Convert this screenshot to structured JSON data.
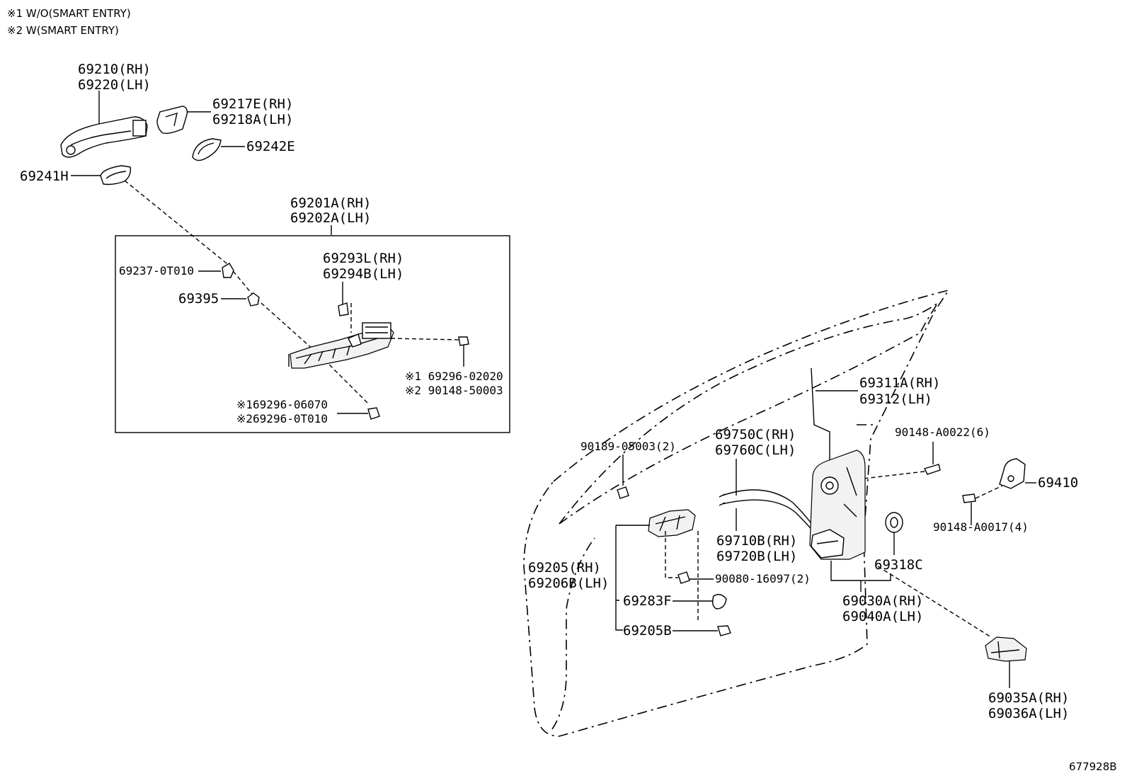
{
  "notes": {
    "note1": "※1 W/O(SMART ENTRY)",
    "note2": "※2 W(SMART ENTRY)"
  },
  "labels": {
    "p69210": "69210(RH)",
    "p69220": "69220(LH)",
    "p69217E": "69217E(RH)",
    "p69218A": "69218A(LH)",
    "p69242E": "69242E",
    "p69241H": "69241H",
    "p69201A": "69201A(RH)",
    "p69202A": "69202A(LH)",
    "p69237": "69237-0T010",
    "p69395": "69395",
    "p69293L": "69293L(RH)",
    "p69294B": "69294B(LH)",
    "p69296_02020": "※1 69296-02020",
    "p90148_50003": "※2 90148-50003",
    "p69296_06070": "※169296-06070",
    "p69296_0T010": "※269296-0T010",
    "p69311A": "69311A(RH)",
    "p69312": "69312(LH)",
    "p90148_A0022": "90148-A0022(6)",
    "p90189": "90189-05003(2)",
    "p69750C": "69750C(RH)",
    "p69760C": "69760C(LH)",
    "p69410": "69410",
    "p90148_A0017": "90148-A0017(4)",
    "p69710B": "69710B(RH)",
    "p69720B": "69720B(LH)",
    "p69205": "69205(RH)",
    "p69206B": "69206B(LH)",
    "p90080": "90080-16097(2)",
    "p69318C": "69318C",
    "p69283F": "69283F",
    "p69030A": "69030A(RH)",
    "p69040A": "69040A(LH)",
    "p69205B": "69205B",
    "p69035A": "69035A(RH)",
    "p69036A": "69036A(LH)"
  },
  "diagram_id": "677928B"
}
